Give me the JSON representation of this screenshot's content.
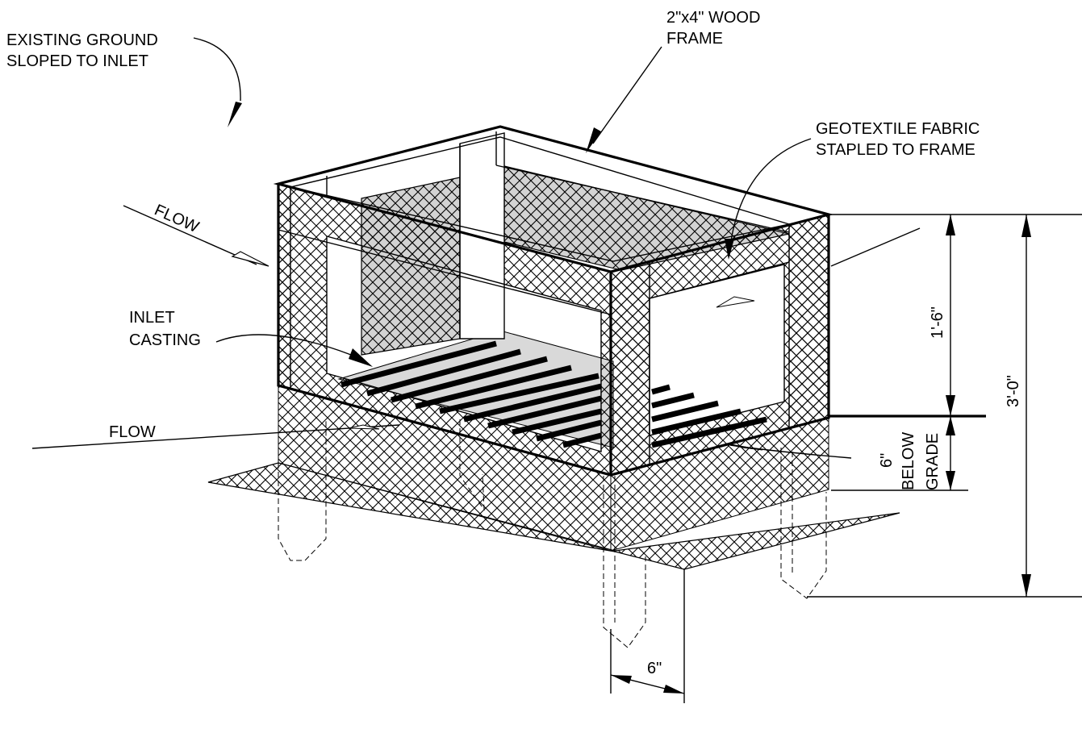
{
  "labels": {
    "existing_ground_1": "EXISTING GROUND",
    "existing_ground_2": "SLOPED TO INLET",
    "wood_frame_1": "2\"x4\" WOOD",
    "wood_frame_2": "FRAME",
    "geotextile_1": "GEOTEXTILE FABRIC",
    "geotextile_2": "STAPLED TO FRAME",
    "flow_top": "FLOW",
    "flow_bottom": "FLOW",
    "inlet_1": "INLET",
    "inlet_2": "CASTING",
    "below_6": "6\"",
    "below_1": "BELOW",
    "below_2": "GRADE",
    "dim_1_6": "1'-6\"",
    "dim_3_0": "3'-0\"",
    "dim_6_bottom": "6\""
  }
}
